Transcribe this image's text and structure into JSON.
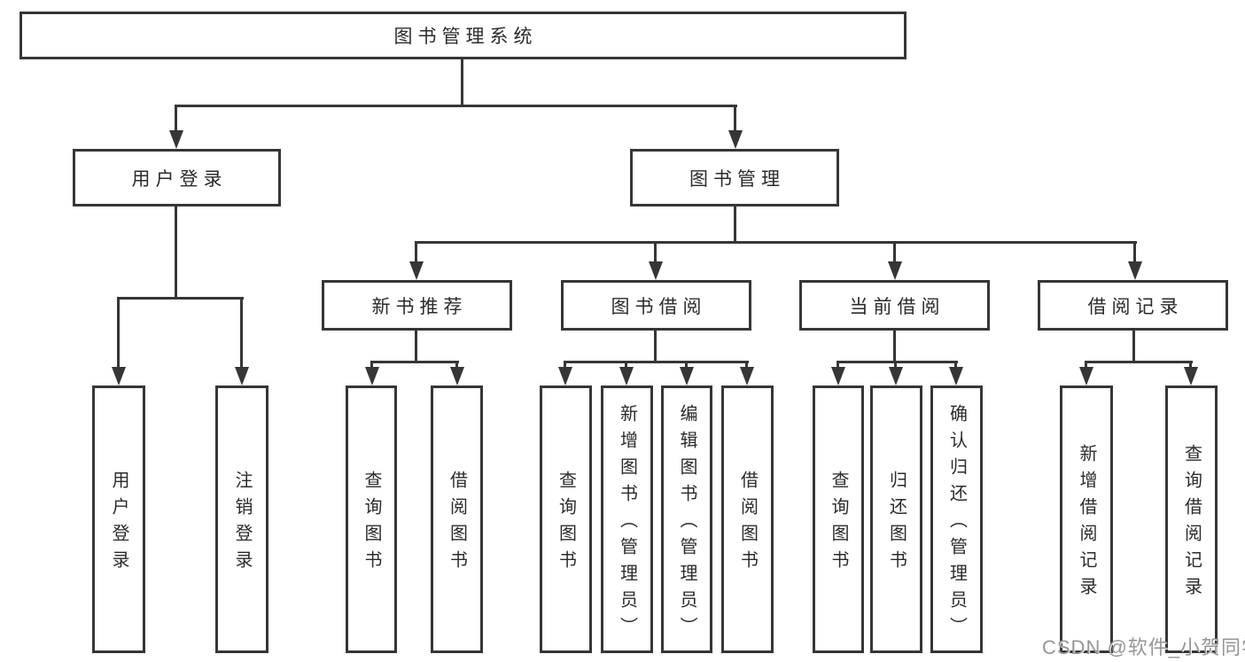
{
  "tree": {
    "root": {
      "label": "图书管理系统"
    },
    "branches": [
      {
        "label": "用户登录",
        "children": [
          {
            "label": "用户登录"
          },
          {
            "label": "注销登录"
          }
        ]
      },
      {
        "label": "图书管理",
        "children": [
          {
            "label": "新书推荐",
            "children": [
              {
                "label": "查询图书"
              },
              {
                "label": "借阅图书"
              }
            ]
          },
          {
            "label": "图书借阅",
            "children": [
              {
                "label": "查询图书"
              },
              {
                "label": "新增图书（管理员）"
              },
              {
                "label": "编辑图书（管理员）"
              },
              {
                "label": "借阅图书"
              }
            ]
          },
          {
            "label": "当前借阅",
            "children": [
              {
                "label": "查询图书"
              },
              {
                "label": "归还图书"
              },
              {
                "label": "确认归还（管理员）"
              }
            ]
          },
          {
            "label": "借阅记录",
            "children": [
              {
                "label": "新增借阅记录"
              },
              {
                "label": "查询借阅记录"
              }
            ]
          }
        ]
      }
    ]
  },
  "watermark": "CSDN @软件_小贺同学",
  "colors": {
    "line": "#363636",
    "text": "#2b2b2b",
    "watermark": "#969696",
    "bg": "#ffffff"
  }
}
